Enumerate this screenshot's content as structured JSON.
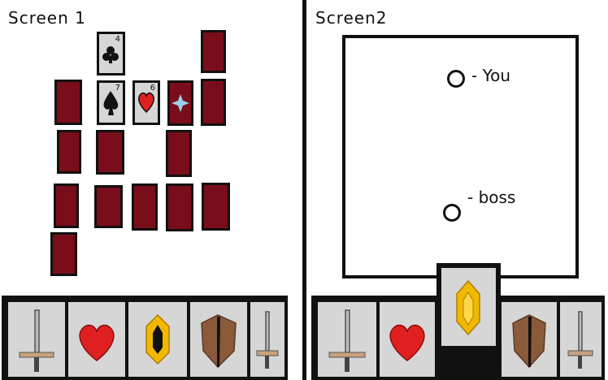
{
  "screen1": {
    "title": "Screen 1",
    "face_cards": [
      {
        "suit": "club",
        "rank": "4"
      },
      {
        "suit": "spade",
        "rank": "7"
      },
      {
        "suit": "heart",
        "rank": "6"
      },
      {
        "suit": "diamond",
        "rank": ""
      }
    ]
  },
  "screen2": {
    "title": "Screen2",
    "you_label": "- You",
    "boss_label": "- boss"
  },
  "hotbar_items": [
    "sword-icon",
    "heart-icon",
    "gem-icon",
    "shield-icon",
    "sword-icon"
  ],
  "colors": {
    "card_back": "#7a0d1a",
    "slot_bg": "#d6d6d6",
    "heart": "#e02020",
    "gem": "#f0b800",
    "diamond": "#9fd0ee"
  }
}
